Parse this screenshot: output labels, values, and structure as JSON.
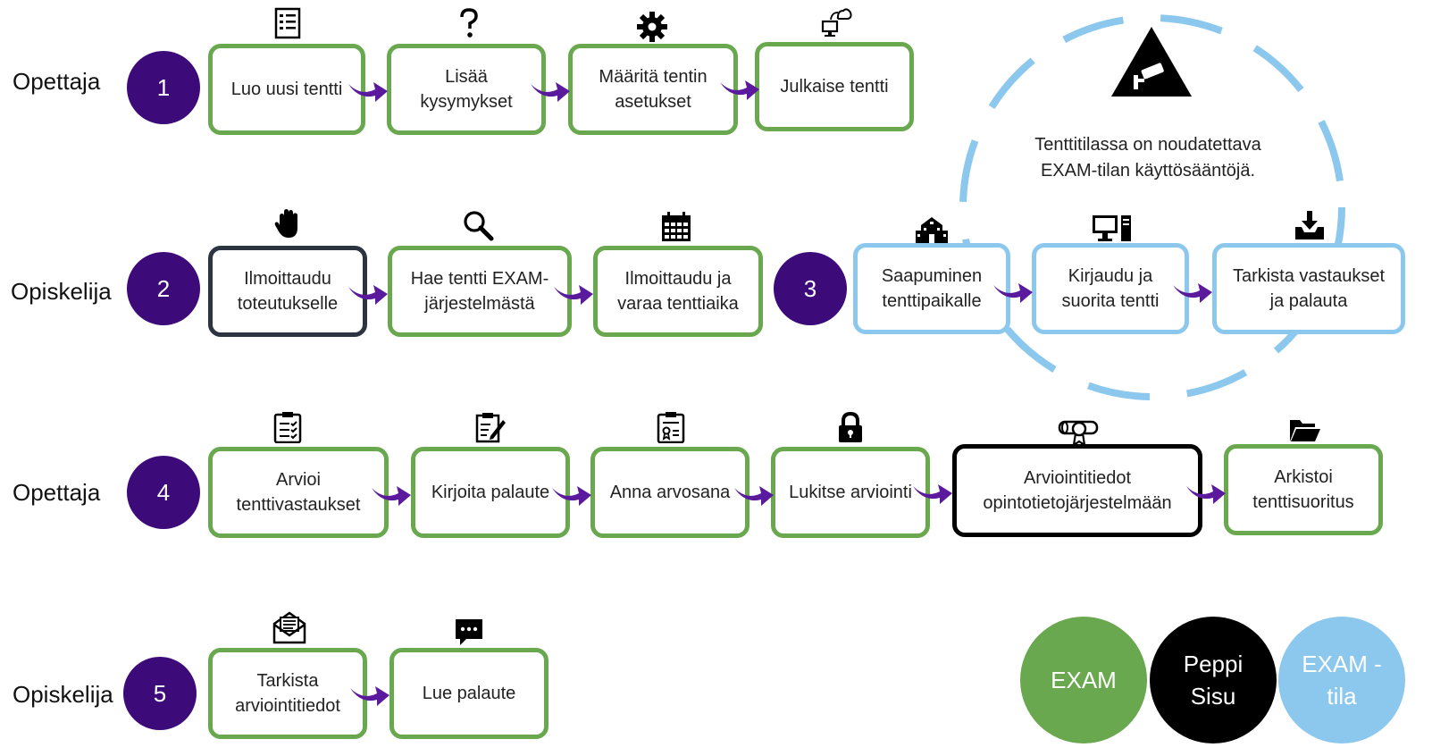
{
  "rows": {
    "r1": {
      "role": "Opettaja",
      "number": "1",
      "steps": [
        "Luo uusi tentti",
        "Lisää kysymykset",
        "Määritä tentin asetukset",
        "Julkaise tentti"
      ]
    },
    "r2": {
      "role": "Opiskelija",
      "number": "2",
      "steps": [
        "Ilmoittaudu toteutukselle",
        "Hae tentti EXAM-järjestelmästä",
        "Ilmoittaudu ja varaa tenttiaika"
      ]
    },
    "r3": {
      "number": "3",
      "steps": [
        "Saapuminen tenttipaikalle",
        "Kirjaudu ja suorita tentti",
        "Tarkista vastaukset ja palauta"
      ]
    },
    "r4": {
      "role": "Opettaja",
      "number": "4",
      "steps": [
        "Arvioi tenttivastaukset",
        "Kirjoita palaute",
        "Anna arvosana",
        "Lukitse arviointi",
        "Arviointitiedot opintotietojärjestelmään",
        "Arkistoi tenttisuoritus"
      ]
    },
    "r5": {
      "role": "Opiskelija",
      "number": "5",
      "steps": [
        "Tarkista arviointitiedot",
        "Lue palaute"
      ]
    }
  },
  "exam_room_note": "Tenttitilassa on noudatettava EXAM-tilan käyttösääntöjä.",
  "legend": {
    "exam": "EXAM",
    "peppi": "Peppi Sisu",
    "exam_room": "EXAM -tila"
  },
  "colors": {
    "accent_purple": "#3d0a7a",
    "arrow_purple": "#5b1a9e",
    "exam_green": "#6aa84f",
    "peppi_black": "#000000",
    "exam_room_blue": "#8cc8ee"
  },
  "icons": {
    "r1": [
      "checklist-icon",
      "question-mark-icon",
      "gear-icon",
      "cloud-publish-icon"
    ],
    "r2": [
      "hand-icon",
      "search-icon",
      "calendar-icon"
    ],
    "r3": [
      "school-building-icon",
      "computer-icon",
      "download-tray-icon"
    ],
    "r3_extra": "surveillance-camera-warning-icon",
    "r4": [
      "clipboard-checklist-icon",
      "edit-note-icon",
      "certificate-clipboard-icon",
      "lock-icon",
      "diploma-icon",
      "folder-icon"
    ],
    "r5": [
      "envelope-letter-icon",
      "chat-bubble-icon"
    ]
  }
}
